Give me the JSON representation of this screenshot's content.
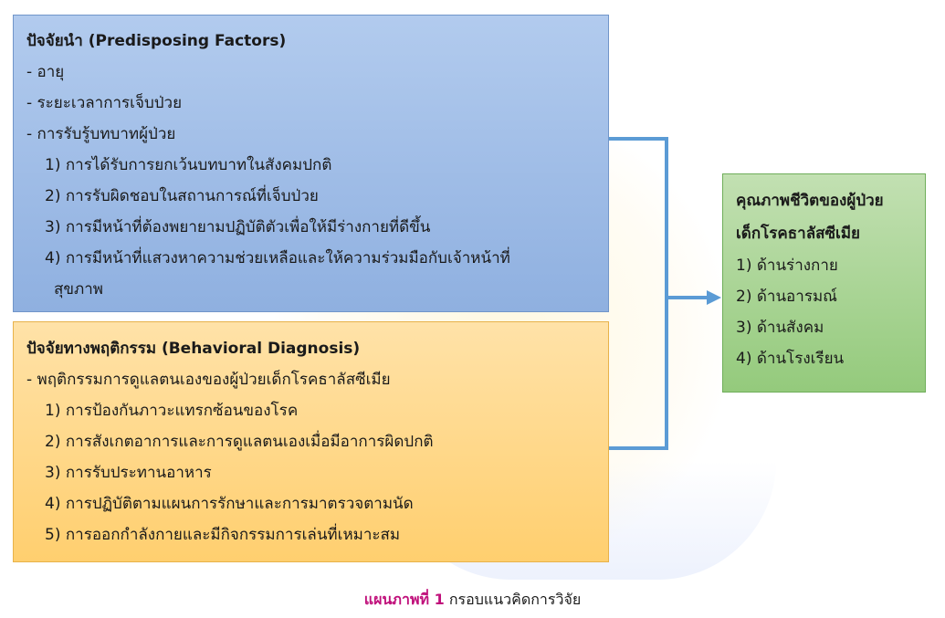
{
  "predisposing": {
    "title": "ปัจจัยนำ (Predisposing Factors)",
    "items": [
      "- อายุ",
      "- ระยะเวลาการเจ็บป่วย",
      "- การรับรู้บทบาทผู้ป่วย"
    ],
    "subitems": [
      "1) การได้รับการยกเว้นบทบาทในสังคมปกติ",
      "2) การรับผิดชอบในสถานการณ์ที่เจ็บป่วย",
      "3) การมีหน้าที่ต้องพยายามปฏิบัติตัวเพื่อให้มีร่างกายที่ดีขึ้น",
      "4) การมีหน้าที่แสวงหาความช่วยเหลือและให้ความร่วมมือกับเจ้าหน้าที่"
    ],
    "subitem_continuation": "สุขภาพ"
  },
  "behavioral": {
    "title": "ปัจจัยทางพฤติกรรม  (Behavioral Diagnosis)",
    "item": "- พฤติกรรมการดูแลตนเองของผู้ป่วยเด็กโรคธาลัสซีเมีย",
    "subitems": [
      "1) การป้องกันภาวะแทรกซ้อนของโรค",
      "2) การสังเกตอาการและการดูแลตนเองเมื่อมีอาการผิดปกติ",
      "3) การรับประทานอาหาร",
      "4) การปฏิบัติตามแผนการรักษาและการมาตรวจตามนัด",
      "5) การออกกำลังกายและมีกิจกรรมการเล่นที่เหมาะสม"
    ]
  },
  "outcome": {
    "title_line1": "คุณภาพชีวิตของผู้ป่วย",
    "title_line2": "เด็กโรคธาลัสซีเมีย",
    "items": [
      "1) ด้านร่างกาย",
      "2) ด้านอารมณ์",
      "3) ด้านสังคม",
      "4) ด้านโรงเรียน"
    ]
  },
  "caption": {
    "label": "แผนภาพที่ 1",
    "text": "กรอบแนวคิดการวิจัย"
  },
  "colors": {
    "blue_box": "#9dbbe6",
    "orange_box": "#ffd98a",
    "green_box": "#a9d593",
    "connector": "#5b9bd5",
    "caption_label": "#c0107b"
  }
}
